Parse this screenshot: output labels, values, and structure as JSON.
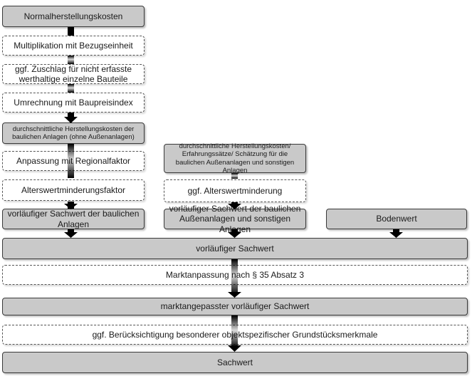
{
  "left": {
    "normalherstellungskosten": "Normalherstellungskosten",
    "multiplikation": "Multiplikation mit Bezugseinheit",
    "zuschlag": "ggf. Zuschlag für nicht erfasste werthaltige einzelne Bauteile",
    "umrechnung": "Umrechnung mit Baupreisindex",
    "durchschnittlich": "durchschnittliche Herstellungskosten der baulichen Anlagen (ohne Außenanlagen)",
    "regionalfaktor": "Anpassung mit Regionalfaktor",
    "alterswert": "Alterswertminderungsfaktor",
    "sachwert_baulich": "vorläufiger Sachwert der baulichen Anlagen"
  },
  "middle": {
    "herstellung_aussen": "durchschnittliche Herstellungskosten/ Erfahrungssätze/ Schätzung für die baulichen Außenanlagen und sonstigen Anlagen",
    "alterswert": "ggf. Alterswertminderung",
    "sachwert_aussen": "vorläufiger Sachwert der baulichen Außenanlagen und sonstigen Anlagen"
  },
  "right": {
    "bodenwert": "Bodenwert"
  },
  "bottom": {
    "vorlaeufiger_sachwert": "vorläufiger Sachwert",
    "marktanpassung": "Marktanpassung nach § 35 Absatz 3",
    "marktangepasst": "marktangepasster vorläufiger Sachwert",
    "beruecksichtigung": "ggf. Berücksichtigung besonderer objektspezifischer Grundstücksmerkmale",
    "sachwert": "Sachwert"
  },
  "colors": {
    "box_fill": "#c9c9c9",
    "arrow": "#000000"
  }
}
